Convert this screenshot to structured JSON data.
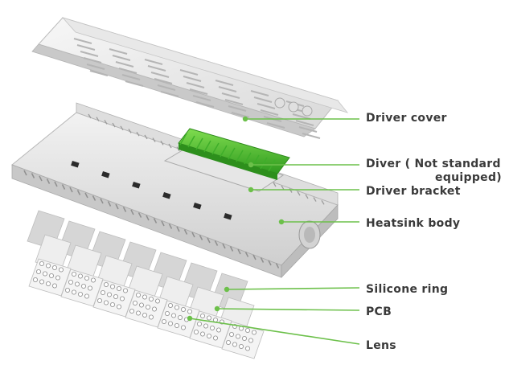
{
  "diagram": {
    "accent_color": "#6cc04a",
    "callouts": [
      {
        "id": "driver-cover",
        "label": "Driver cover"
      },
      {
        "id": "driver",
        "label": "Diver ( Not standard",
        "label_line2": "equipped)"
      },
      {
        "id": "driver-bracket",
        "label": "Driver bracket"
      },
      {
        "id": "heatsink-body",
        "label": "Heatsink body"
      },
      {
        "id": "silicone-ring",
        "label": "Silicone ring"
      },
      {
        "id": "pcb",
        "label": "PCB"
      },
      {
        "id": "lens",
        "label": "Lens"
      }
    ]
  }
}
